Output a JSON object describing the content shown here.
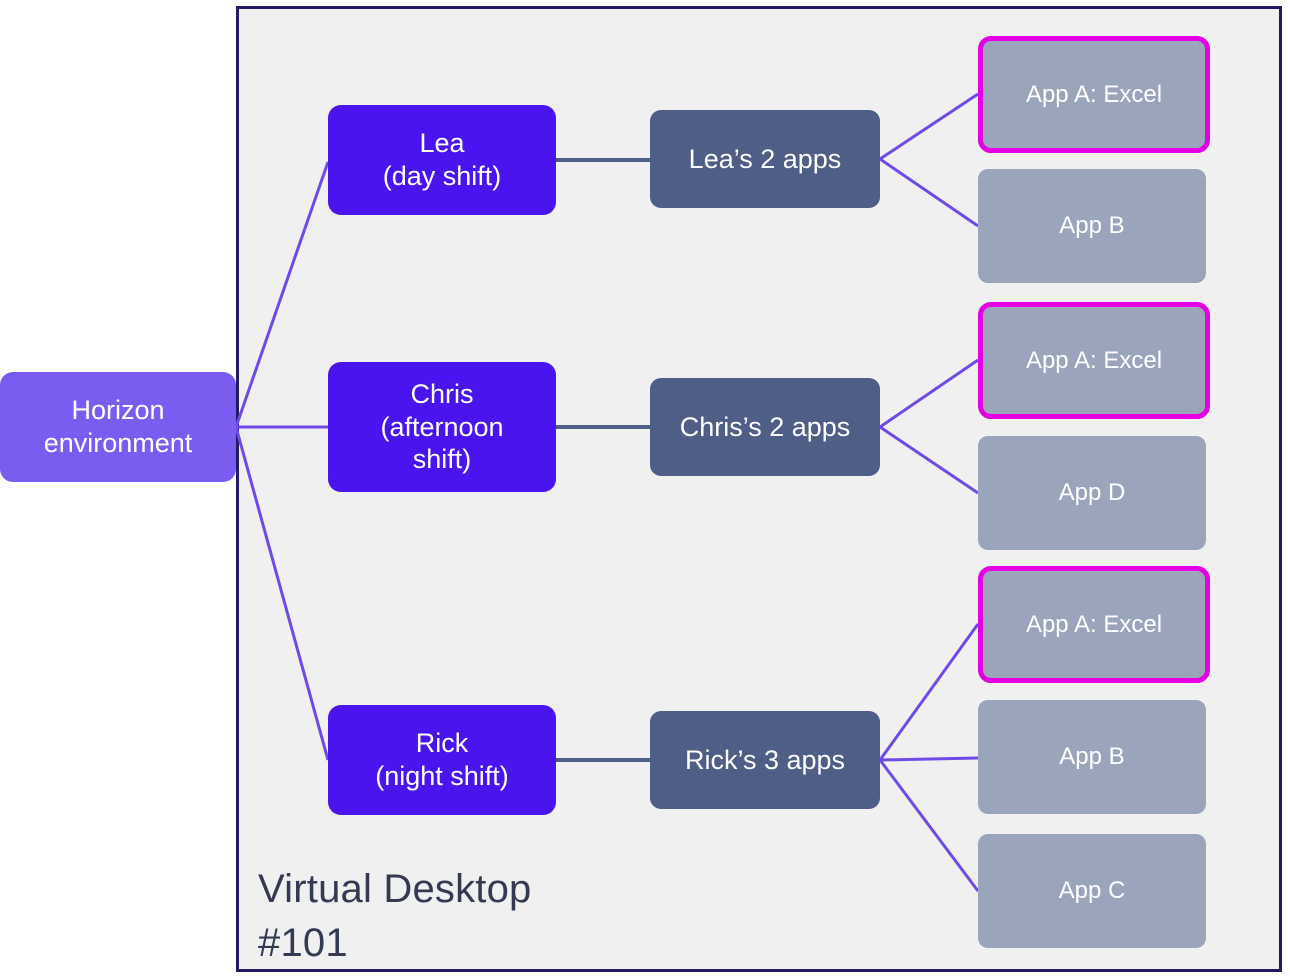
{
  "panel": {
    "caption": "Virtual Desktop\n#101",
    "border_color": "#241a63",
    "background": "#f0f0f0"
  },
  "colors": {
    "environment_node": "#7a5cf0",
    "user_node": "#4a14ef",
    "apps_node": "#4f5e87",
    "app_node": "#9aa5bc",
    "highlight_border": "#e300e3",
    "purple_link": "#6f4ae8",
    "slate_link": "#4f5e87",
    "caption_text": "#333a52",
    "node_text": "#ffffff"
  },
  "environment": {
    "label": "Horizon\nenvironment"
  },
  "users": [
    {
      "id": "lea",
      "label": "Lea\n(day shift)",
      "apps_label": "Lea’s 2 apps",
      "apps": [
        {
          "label": "App A: Excel",
          "highlighted": true
        },
        {
          "label": "App B",
          "highlighted": false
        }
      ]
    },
    {
      "id": "chris",
      "label": "Chris\n(afternoon\nshift)",
      "apps_label": "Chris’s 2 apps",
      "apps": [
        {
          "label": "App A: Excel",
          "highlighted": true
        },
        {
          "label": "App D",
          "highlighted": false
        }
      ]
    },
    {
      "id": "rick",
      "label": "Rick\n(night shift)",
      "apps_label": "Rick’s 3 apps",
      "apps": [
        {
          "label": "App A: Excel",
          "highlighted": true
        },
        {
          "label": "App B",
          "highlighted": false
        },
        {
          "label": "App C",
          "highlighted": false
        }
      ]
    }
  ]
}
